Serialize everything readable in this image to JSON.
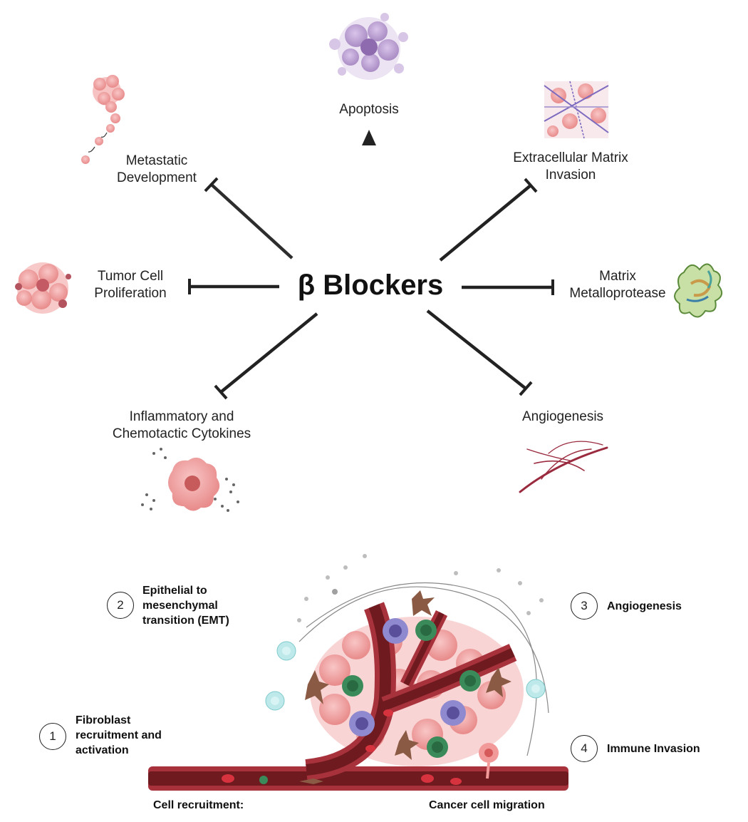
{
  "center": {
    "title": "β Blockers"
  },
  "effects": {
    "apoptosis": {
      "line1": "Apoptosis"
    },
    "metastatic": {
      "line1": "Metastatic",
      "line2": "Development"
    },
    "ecm": {
      "line1": "Extracellular Matrix",
      "line2": "Invasion"
    },
    "tumor": {
      "line1": "Tumor Cell",
      "line2": "Proliferation"
    },
    "mmp": {
      "line1": "Matrix",
      "line2": "Metalloprotease"
    },
    "cytokines": {
      "line1": "Inflammatory and",
      "line2": "Chemotactic Cytokines"
    },
    "angiogenesis": {
      "line1": "Angiogenesis"
    }
  },
  "steps": [
    {
      "num": "1",
      "line1": "Fibroblast",
      "line2": "recruitment and",
      "line3": "activation"
    },
    {
      "num": "2",
      "line1": "Epithelial to",
      "line2": "mesenchymal",
      "line3": "transition (EMT)"
    },
    {
      "num": "3",
      "line1": "Angiogenesis"
    },
    {
      "num": "4",
      "line1": "Immune Invasion"
    }
  ],
  "footer": {
    "left": "Cell recruitment:",
    "right": "Cancer cell migration"
  },
  "colors": {
    "arrow": "#222222",
    "tumor_pink": "#f4a7a7",
    "vessel_red": "#8b1a1a",
    "fibroblast_brown": "#8a5a44",
    "immune_purple": "#6e6ab8",
    "immune_green": "#3a8a5a",
    "apoptosis_purple": "#a98cc4"
  }
}
